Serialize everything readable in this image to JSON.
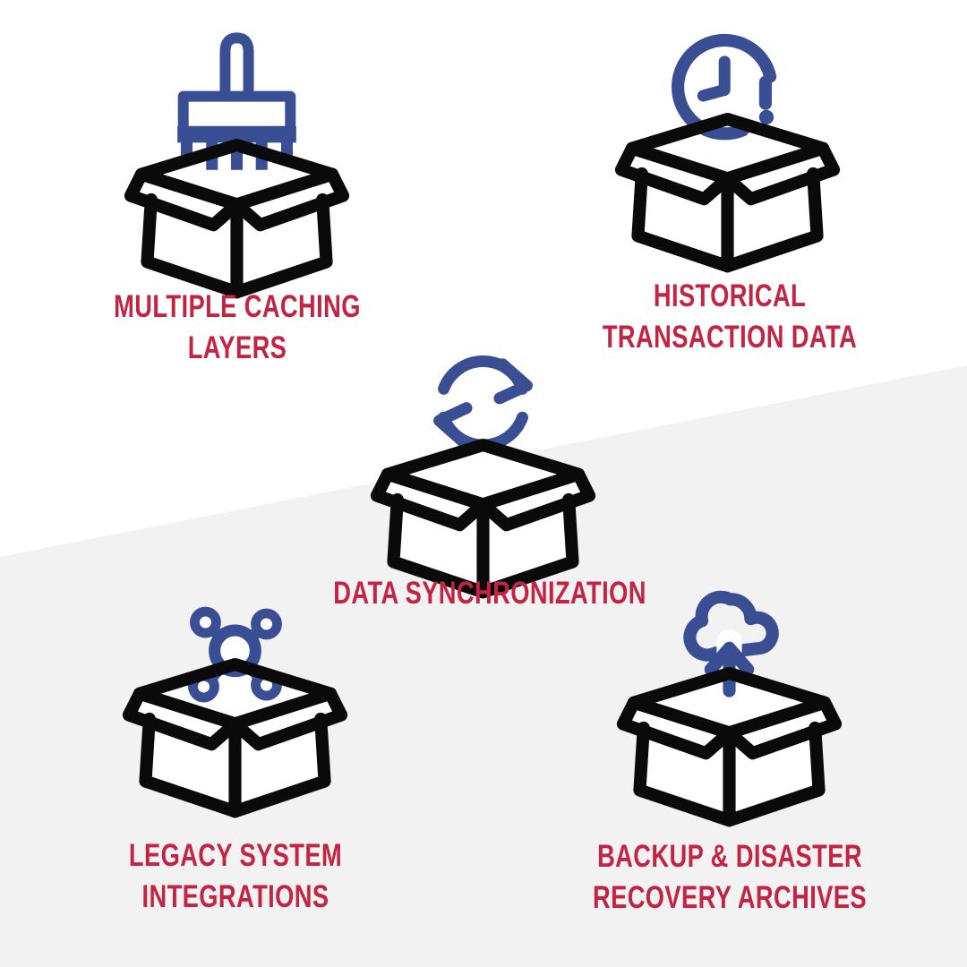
{
  "theme": {
    "background": "#ffffff",
    "band": "#f2f2f2",
    "text_red": "#c32443",
    "icon_blue": "#3a4e94",
    "icon_black": "#0a0a0a"
  },
  "items": [
    {
      "name": "multiple-caching-layers",
      "icon": "paintbrush-icon",
      "lines": [
        "MULTIPLE CACHING",
        "LAYERS"
      ]
    },
    {
      "name": "historical-transaction-data",
      "icon": "clock-alert-icon",
      "lines": [
        "HISTORICAL",
        "TRANSACTION DATA"
      ]
    },
    {
      "name": "data-synchronization",
      "icon": "sync-arrows-icon",
      "lines": [
        "DATA SYNCHRONIZATION"
      ]
    },
    {
      "name": "legacy-system-integrations",
      "icon": "network-hub-icon",
      "lines": [
        "LEGACY SYSTEM",
        "INTEGRATIONS"
      ]
    },
    {
      "name": "backup-disaster-recovery-archives",
      "icon": "cloud-upload-icon",
      "lines": [
        "BACKUP & DISASTER",
        "RECOVERY ARCHIVES"
      ]
    }
  ]
}
